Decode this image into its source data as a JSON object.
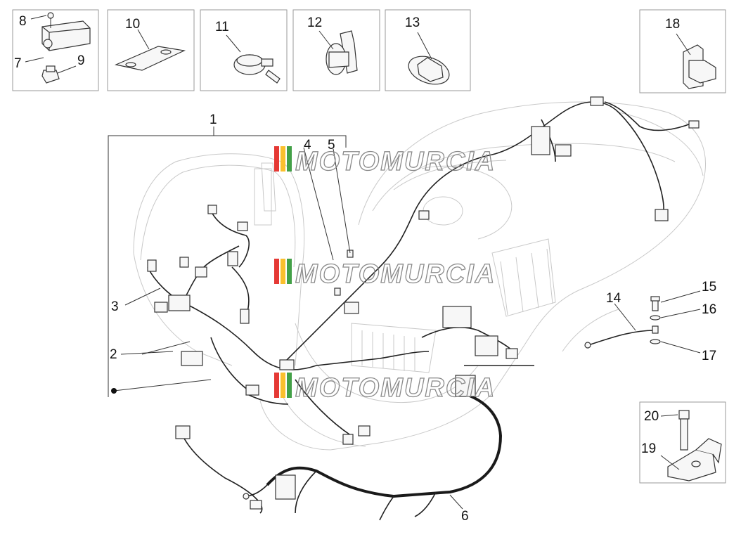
{
  "diagram": {
    "callouts": {
      "c1": "1",
      "c2": "2",
      "c3": "3",
      "c4": "4",
      "c5": "5",
      "c6": "6",
      "c7": "7",
      "c8": "8",
      "c9": "9",
      "c10": "10",
      "c11": "11",
      "c12": "12",
      "c13": "13",
      "c14": "14",
      "c15": "15",
      "c16": "16",
      "c17": "17",
      "c18": "18",
      "c19": "19",
      "c20": "20"
    },
    "watermark": "MOTOMURCIA",
    "colors": {
      "line": "#333333",
      "frame": "#9a9a9a",
      "watermark_stripe_1": "#e53935",
      "watermark_stripe_2": "#fbc02d",
      "watermark_stripe_3": "#43a047"
    }
  }
}
